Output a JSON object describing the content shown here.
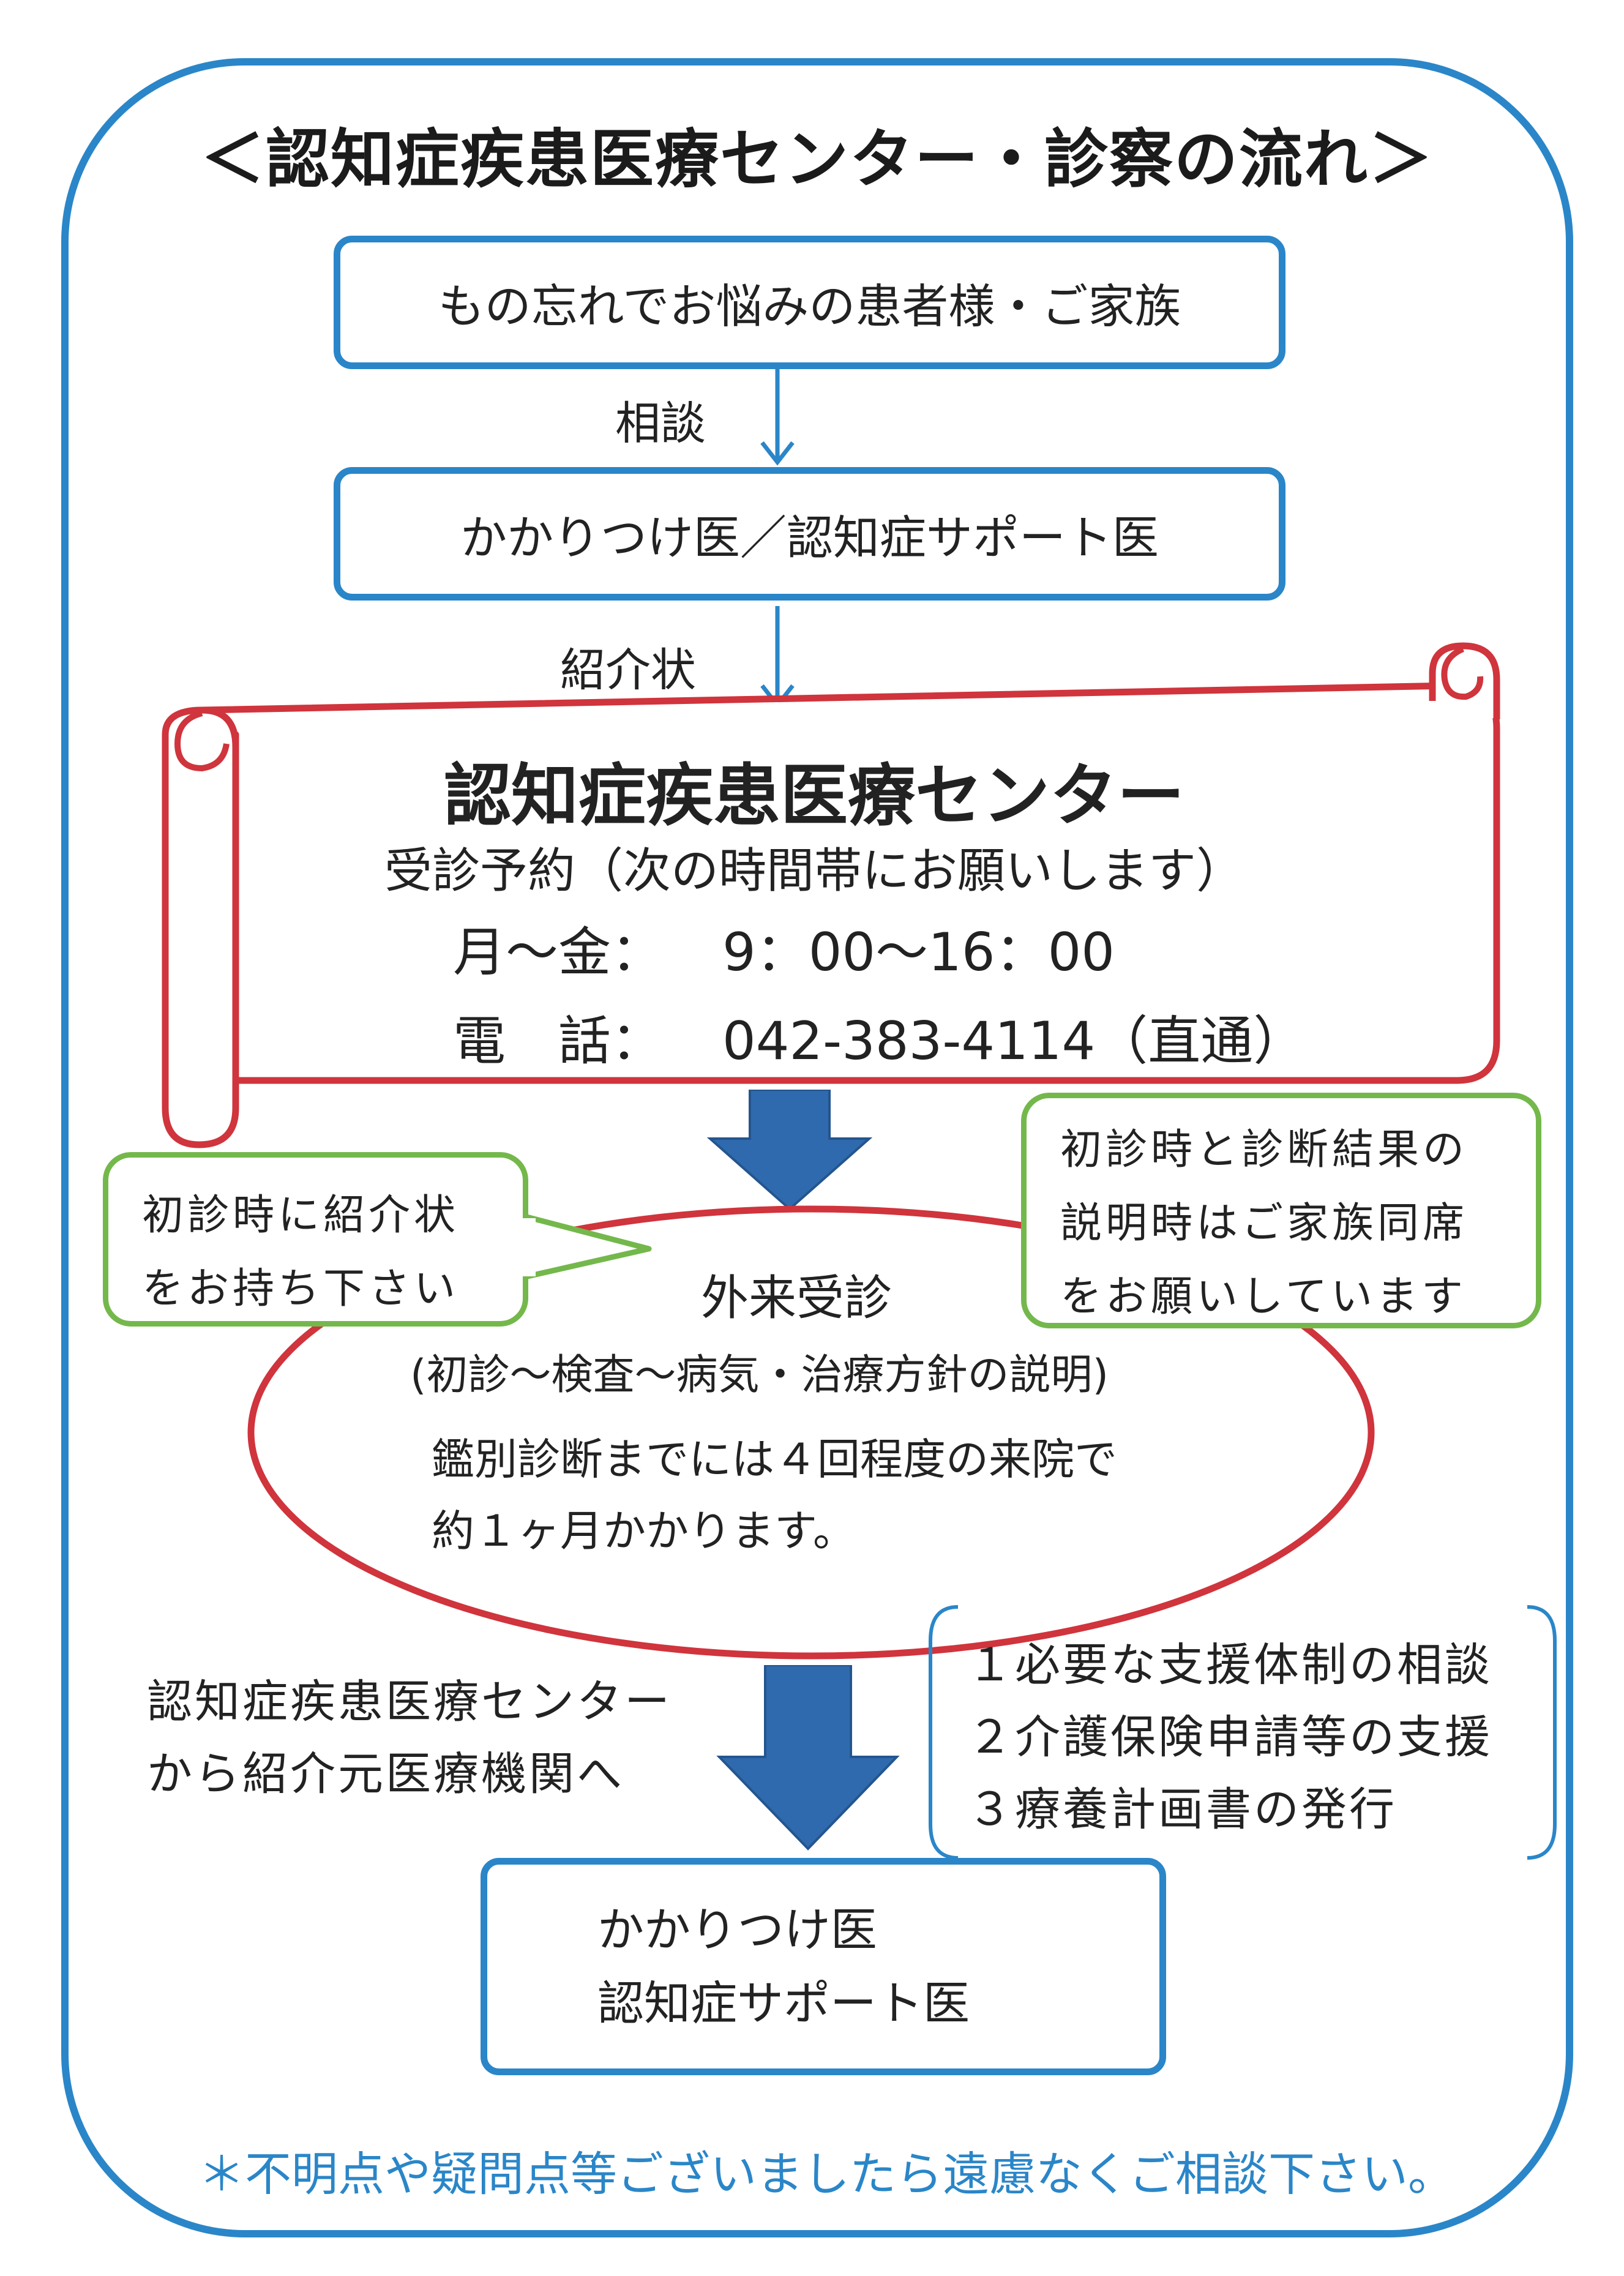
{
  "title": "＜認知症疾患医療センター・診察の流れ＞",
  "steps": {
    "patient_box": "もの忘れでお悩みの患者様・ご家族",
    "consult_label": "相談",
    "doctor_box": "かかりつけ医／認知症サポート医",
    "referral_label": "紹介状"
  },
  "center": {
    "name": "認知症疾患医療センター",
    "reservation": "受診予約（次の時間帯にお願いします）",
    "hours_label": "月～金：",
    "hours_value": "9：00～16：00",
    "phone_label": "電　話：",
    "phone_value": "042-383-4114（直通）"
  },
  "bubbles": {
    "left": [
      "初診時に紹介状",
      "をお持ち下さい"
    ],
    "right": [
      "初診時と診断結果の",
      "説明時はご家族同席",
      "をお願いしています"
    ]
  },
  "outpatient": {
    "title": "外来受診",
    "subtitle": "(初診～検査～病気・治療方針の説明)",
    "line1": "鑑別診断までには４回程度の来院で",
    "line2": "約１ヶ月かかります。"
  },
  "return_flow": {
    "line1": "認知症疾患医療センター",
    "line2": "から紹介元医療機関へ"
  },
  "support_list": [
    "１必要な支援体制の相談",
    "２介護保険申請等の支援",
    "３療養計画書の発行"
  ],
  "final_box": [
    "かかりつけ医",
    "認知症サポート医"
  ],
  "note": "＊不明点や疑問点等ございましたら遠慮なくご相談下さい。",
  "colors": {
    "frame_blue": "#2a86c8",
    "scroll_red": "#d0343c",
    "bubble_green": "#74b84c",
    "arrow_blue": "#2f6aae"
  }
}
